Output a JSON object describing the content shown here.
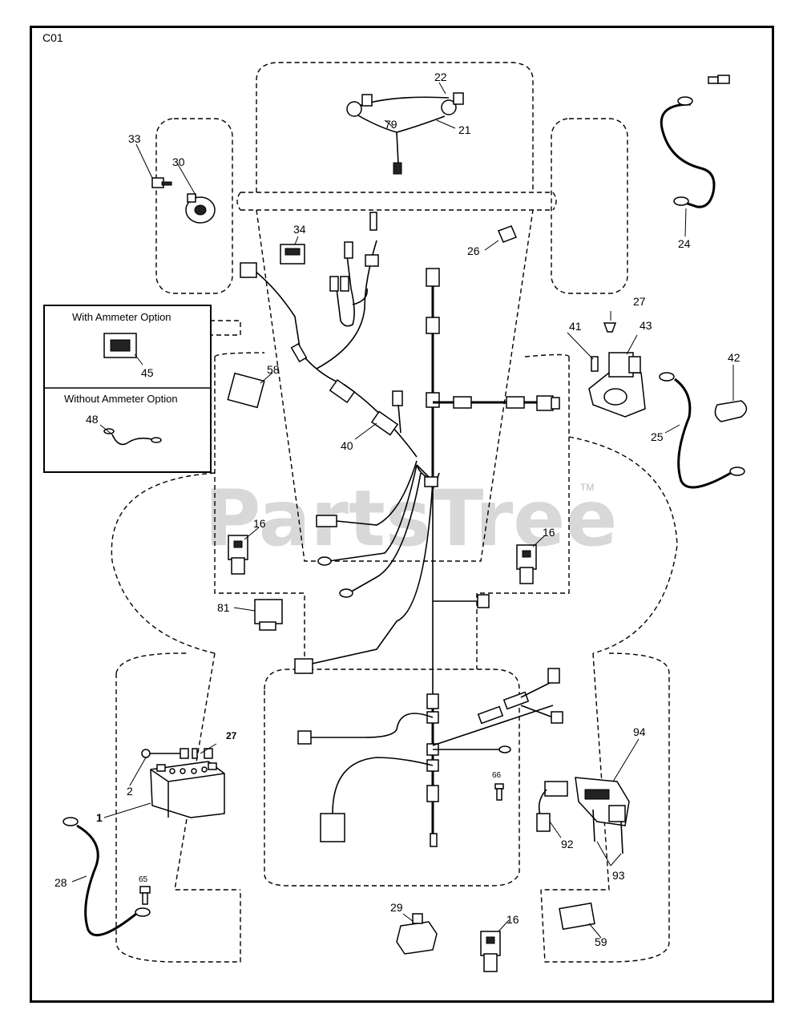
{
  "diagram_code": "C01",
  "watermark": "PartsTree",
  "trademark": "TM",
  "ammeter_box": {
    "with_label": "With Ammeter Option",
    "without_label": "Without Ammeter Option"
  },
  "callouts": {
    "c22": "22",
    "c79": "79",
    "c21": "21",
    "c33": "33",
    "c30": "30",
    "c34": "34",
    "c26": "26",
    "c24": "24",
    "c27a": "27",
    "c41": "41",
    "c43": "43",
    "c42": "42",
    "c45": "45",
    "c48": "48",
    "c58": "58",
    "c40": "40",
    "c25": "25",
    "c16a": "16",
    "c16b": "16",
    "c81": "81",
    "c27b": "27",
    "c2": "2",
    "c1": "1",
    "c94": "94",
    "c66": "66",
    "c92": "92",
    "c93": "93",
    "c28": "28",
    "c65": "65",
    "c29": "29",
    "c16c": "16",
    "c59": "59"
  }
}
